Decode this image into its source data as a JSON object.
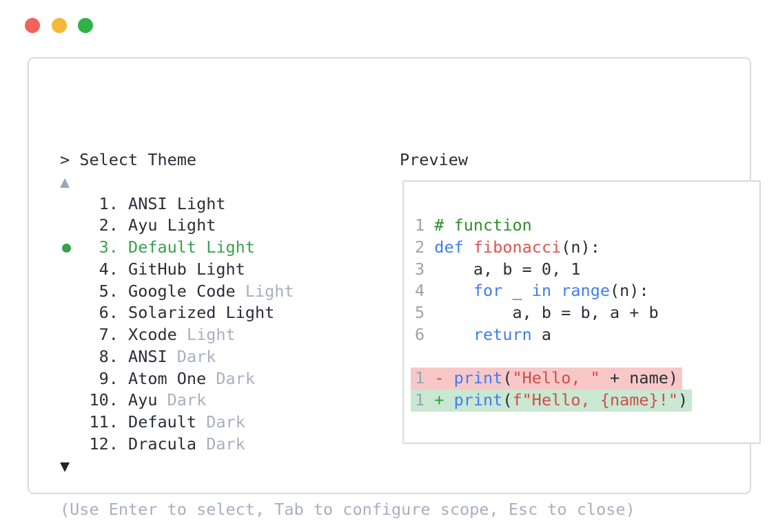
{
  "window_controls": [
    {
      "name": "close",
      "color": "#f4605a"
    },
    {
      "name": "minimize",
      "color": "#f5b938"
    },
    {
      "name": "maximize",
      "color": "#30b24a"
    }
  ],
  "theme_selector": {
    "title": "> Select Theme",
    "scroll_up": "▲",
    "scroll_down": "▼",
    "items": [
      {
        "number": "1",
        "name": "ANSI",
        "variant": "Light",
        "variant_muted": false,
        "selected": false
      },
      {
        "number": "2",
        "name": "Ayu",
        "variant": "Light",
        "variant_muted": false,
        "selected": false
      },
      {
        "number": "3",
        "name": "Default",
        "variant": "Light",
        "variant_muted": false,
        "selected": true
      },
      {
        "number": "4",
        "name": "GitHub",
        "variant": "Light",
        "variant_muted": false,
        "selected": false
      },
      {
        "number": "5",
        "name": "Google Code",
        "variant": "Light",
        "variant_muted": true,
        "selected": false
      },
      {
        "number": "6",
        "name": "Solarized",
        "variant": "Light",
        "variant_muted": false,
        "selected": false
      },
      {
        "number": "7",
        "name": "Xcode",
        "variant": "Light",
        "variant_muted": true,
        "selected": false
      },
      {
        "number": "8",
        "name": "ANSI",
        "variant": "Dark",
        "variant_muted": true,
        "selected": false
      },
      {
        "number": "9",
        "name": "Atom One",
        "variant": "Dark",
        "variant_muted": true,
        "selected": false
      },
      {
        "number": "10",
        "name": "Ayu",
        "variant": "Dark",
        "variant_muted": true,
        "selected": false
      },
      {
        "number": "11",
        "name": "Default",
        "variant": "Dark",
        "variant_muted": true,
        "selected": false
      },
      {
        "number": "12",
        "name": "Dracula",
        "variant": "Dark",
        "variant_muted": true,
        "selected": false
      }
    ],
    "hint": "(Use Enter to select, Tab to configure scope, Esc to close)"
  },
  "preview": {
    "title": "Preview",
    "code_lines": [
      {
        "number": "1",
        "tokens": [
          {
            "text": "# function",
            "style": "comment"
          }
        ]
      },
      {
        "number": "2",
        "tokens": [
          {
            "text": "def",
            "style": "keyword"
          },
          {
            "text": " ",
            "style": "plain"
          },
          {
            "text": "fibonacci",
            "style": "function"
          },
          {
            "text": "(n):",
            "style": "plain"
          }
        ]
      },
      {
        "number": "3",
        "tokens": [
          {
            "text": "    a, b = 0, 1",
            "style": "plain"
          }
        ]
      },
      {
        "number": "4",
        "tokens": [
          {
            "text": "    ",
            "style": "plain"
          },
          {
            "text": "for",
            "style": "keyword"
          },
          {
            "text": " _ ",
            "style": "plain"
          },
          {
            "text": "in",
            "style": "keyword"
          },
          {
            "text": " ",
            "style": "plain"
          },
          {
            "text": "range",
            "style": "keyword"
          },
          {
            "text": "(n):",
            "style": "plain"
          }
        ]
      },
      {
        "number": "5",
        "tokens": [
          {
            "text": "        a, b = b, a + b",
            "style": "plain"
          }
        ]
      },
      {
        "number": "6",
        "tokens": [
          {
            "text": "    ",
            "style": "plain"
          },
          {
            "text": "return",
            "style": "keyword"
          },
          {
            "text": " a",
            "style": "plain"
          }
        ]
      },
      {
        "number": "",
        "tokens": []
      },
      {
        "number": "1",
        "diff": "removed",
        "sign": "-",
        "tokens": [
          {
            "text": "print",
            "style": "keyword"
          },
          {
            "text": "(",
            "style": "plain"
          },
          {
            "text": "\"Hello, \"",
            "style": "string"
          },
          {
            "text": " + name)",
            "style": "plain"
          }
        ]
      },
      {
        "number": "1",
        "diff": "added",
        "sign": "+",
        "tokens": [
          {
            "text": "print",
            "style": "keyword"
          },
          {
            "text": "(",
            "style": "plain"
          },
          {
            "text": "f\"Hello, {name}!\"",
            "style": "string"
          },
          {
            "text": ")",
            "style": "plain"
          }
        ]
      }
    ]
  },
  "colors": {
    "text_dark": "#2a2e38",
    "muted_gray": "#a7b0c0",
    "line_number_gray": "#9aa3b2",
    "selected_green": "#36a24e",
    "scroll_up_gray": "#9aa6ba",
    "scroll_down_dark": "#20242e",
    "keyword_blue": "#3f7df2",
    "function_red": "#e2534c",
    "string_red": "#cf4e47",
    "comment_green": "#2e8f2c",
    "diff_removed_bg": "#f8c8c8",
    "diff_added_bg": "#c9e7d1",
    "diff_minus_red": "#cf4a44",
    "diff_plus_green": "#2f9a42",
    "panel_border": "#d7dae1"
  }
}
